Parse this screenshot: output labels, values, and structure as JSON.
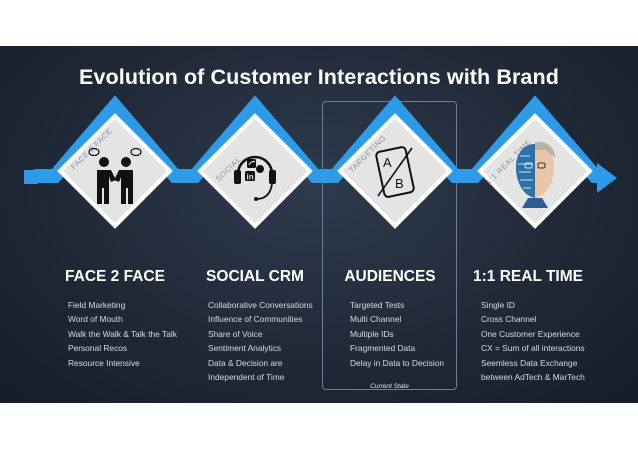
{
  "title": "Evolution of Customer Interactions with Brand",
  "current_state_label": "Current State",
  "stages": [
    {
      "diamond_label": "FACE 2 FACE",
      "heading": "FACE 2 FACE",
      "icon": "handshake-people-icon",
      "items": [
        "Field Marketing",
        "Word of Mouth",
        "Walk the Walk & Talk the Talk",
        "Personal Recos",
        "Resource Intensive"
      ]
    },
    {
      "diamond_label": "SOCIAL",
      "heading": "SOCIAL CRM",
      "icon": "headset-social-icon",
      "items": [
        "Collaborative Conversations",
        "Influence of Communities",
        "Share of Voice",
        "Sentiment Analytics",
        "Data & Decision are",
        "Independent of Time"
      ]
    },
    {
      "diamond_label": "TARGETING",
      "heading": "AUDIENCES",
      "icon": "ab-test-phone-icon",
      "items": [
        "Targeted Tests",
        "Multi Channel",
        "Multiple IDs",
        "Fragmented Data",
        "Delay in Data to Decision"
      ]
    },
    {
      "diamond_label": "1:1 REAL TIME",
      "heading": "1:1 REAL TIME",
      "icon": "digital-face-icon",
      "items": [
        "Single ID",
        "Cross Channel",
        "One Customer Experience",
        "CX = Sum of all interactions",
        "Seemless Data Exchange",
        "between AdTech & MarTech"
      ]
    }
  ],
  "icon_glyphs": {
    "ab_a": "A",
    "ab_b": "B",
    "linkedin": "in"
  },
  "colors": {
    "accent": "#2e9be8",
    "diamond_fill": "#e4e4e4",
    "diamond_border": "#ffffff",
    "background": "#1f2836"
  }
}
